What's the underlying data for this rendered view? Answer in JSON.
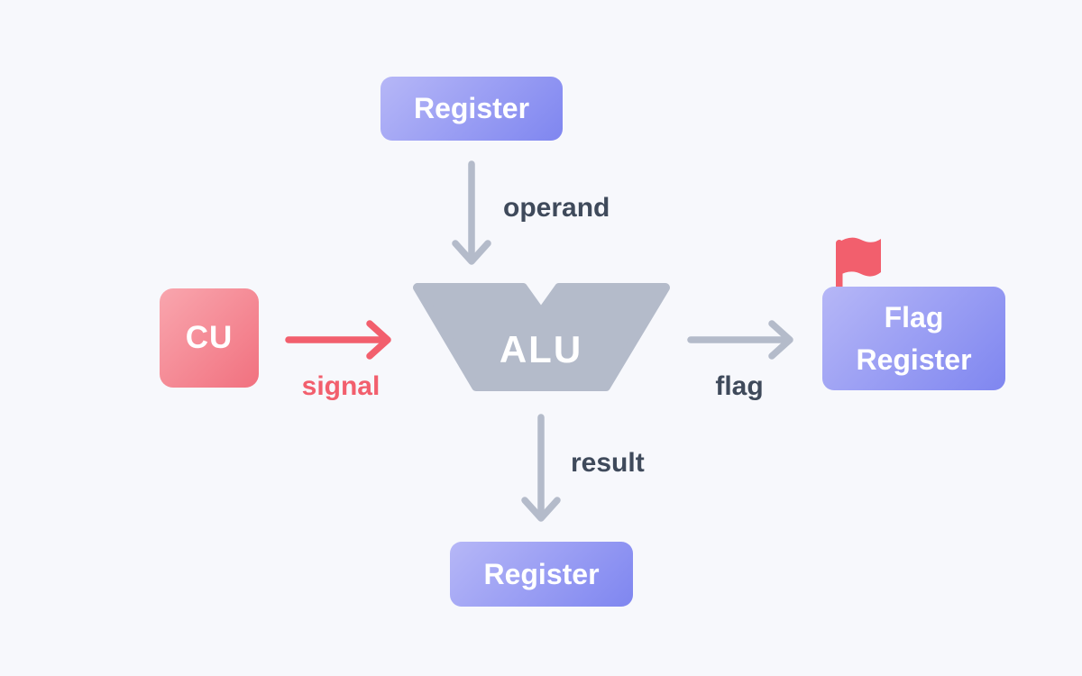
{
  "palette": {
    "bg": "#f7f8fc",
    "purple_light": "#b6b7f7",
    "purple_dark": "#7f86f0",
    "pink_light": "#f9a6ae",
    "pink_dark": "#f1717f",
    "red": "#f25f6d",
    "gray": "#b4bbca",
    "dark": "#3f4a5b",
    "white": "#ffffff"
  },
  "nodes": {
    "register_top": {
      "label": "Register"
    },
    "cu": {
      "label": "CU"
    },
    "alu": {
      "label": "ALU"
    },
    "flag_register": {
      "label": "Flag Register"
    },
    "register_bottom": {
      "label": "Register"
    }
  },
  "edges": {
    "operand": {
      "label": "operand"
    },
    "signal": {
      "label": "signal"
    },
    "flag": {
      "label": "flag"
    },
    "result": {
      "label": "result"
    }
  },
  "icons": {
    "flag": "red-flag"
  }
}
